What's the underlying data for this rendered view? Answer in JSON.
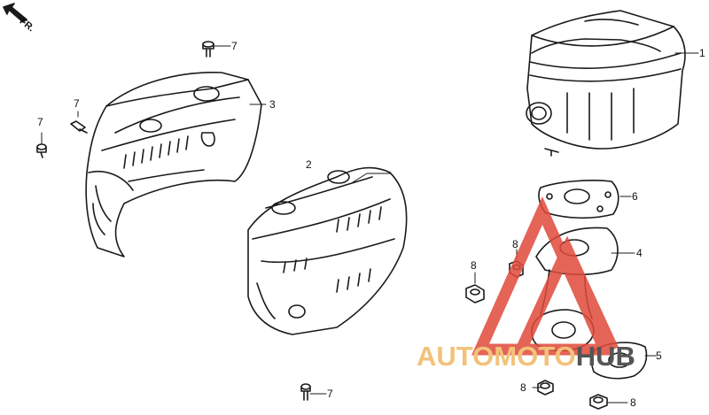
{
  "direction_label": "FR.",
  "callouts": {
    "c1": "1",
    "c2": "2",
    "c3": "3",
    "c4": "4",
    "c5": "5",
    "c6": "6",
    "c7a": "7",
    "c7b": "7",
    "c7c": "7",
    "c7d": "7",
    "c8a": "8",
    "c8b": "8",
    "c8c": "8",
    "c8d": "8"
  },
  "watermark": {
    "part1": "AUTOMOTO",
    "part2": "HUB",
    "color_accent": "#e04a3a",
    "color_text1": "#f2c27a",
    "color_text2": "#555555"
  }
}
